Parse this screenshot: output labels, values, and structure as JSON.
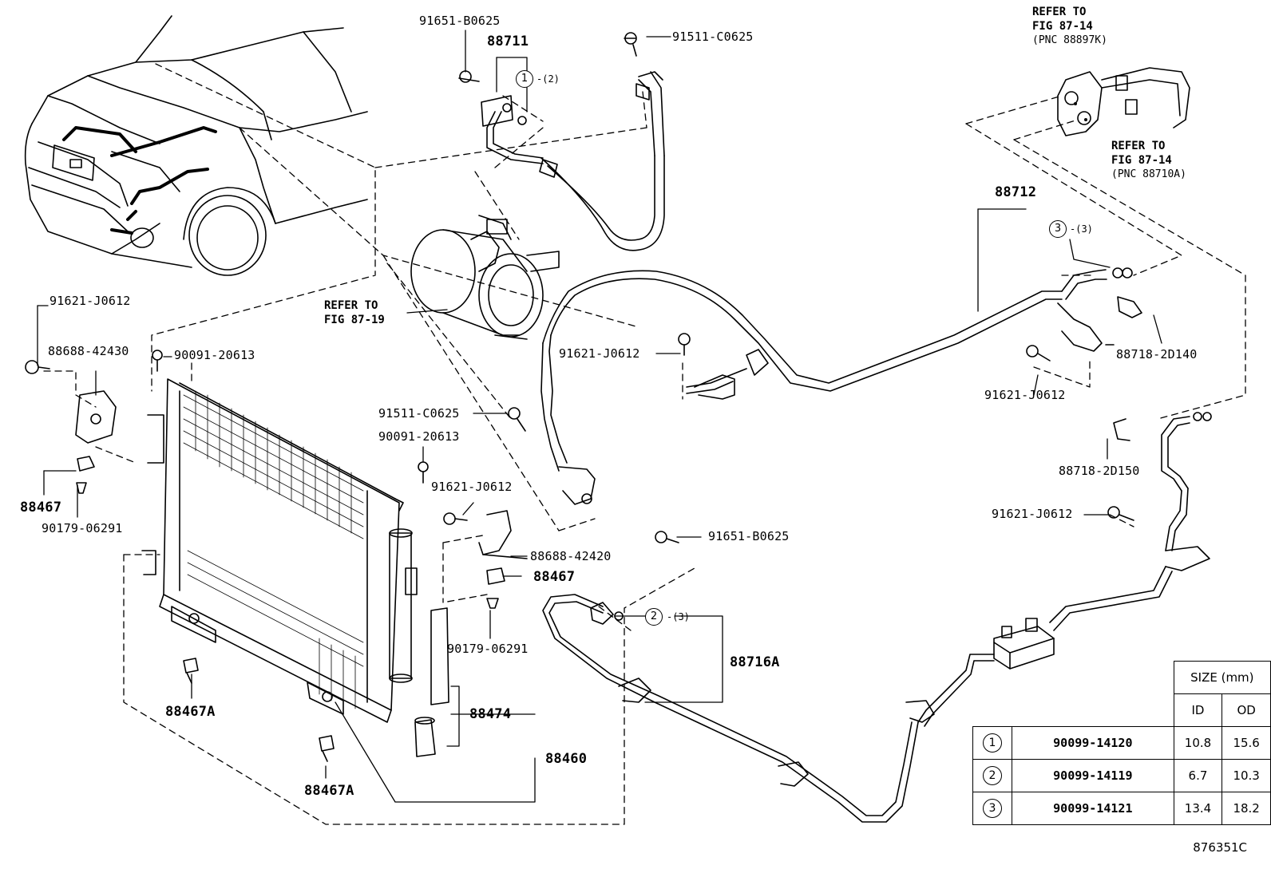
{
  "labels": {
    "p91651_top": "91651-B0625",
    "p88711": "88711",
    "p91511_top": "91511-C0625",
    "c1_top": "-(2)",
    "refer_top_l1": "REFER TO",
    "refer_top_l2": "FIG 87-14",
    "refer_top_l3": "(PNC 88897K)",
    "refer_mid_l1": "REFER TO",
    "refer_mid_l2": "FIG 87-14",
    "refer_mid_l3": "(PNC 88710A)",
    "p88712": "88712",
    "c3_top": "-(3)",
    "p91621_left": "91621-J0612",
    "p88688_42430": "88688-42430",
    "p90091_left": "90091-20613",
    "refer_comp_l1": "REFER TO",
    "refer_comp_l2": "FIG 87-19",
    "p91621_center": "91621-J0612",
    "p88718_2D140": "88718-2D140",
    "p91621_right1": "91621-J0612",
    "p91511_mid": "91511-C0625",
    "p90091_mid": "90091-20613",
    "p88467_left": "88467",
    "p90179_left": "90179-06291",
    "p91621_mid2": "91621-J0612",
    "p88688_42420": "88688-42420",
    "p88467_mid": "88467",
    "p91651_mid": "91651-B0625",
    "p88718_2D150": "88718-2D150",
    "p91621_right2": "91621-J0612",
    "c2_mid": "-(3)",
    "p88716A": "88716A",
    "p90179_mid": "90179-06291",
    "p88467A_1": "88467A",
    "p88474": "88474",
    "p88460": "88460",
    "p88467A_2": "88467A",
    "diagram_id": "876351C"
  },
  "circle_nums": {
    "one": "1",
    "two": "2",
    "three": "3"
  },
  "size_table": {
    "header": "SIZE (mm)",
    "col_id": "ID",
    "col_od": "OD",
    "rows": [
      {
        "symbol": "1",
        "part": "90099-14120",
        "id": "10.8",
        "od": "15.6"
      },
      {
        "symbol": "2",
        "part": "90099-14119",
        "id": "6.7",
        "od": "10.3"
      },
      {
        "symbol": "3",
        "part": "90099-14121",
        "id": "13.4",
        "od": "18.2"
      }
    ]
  }
}
